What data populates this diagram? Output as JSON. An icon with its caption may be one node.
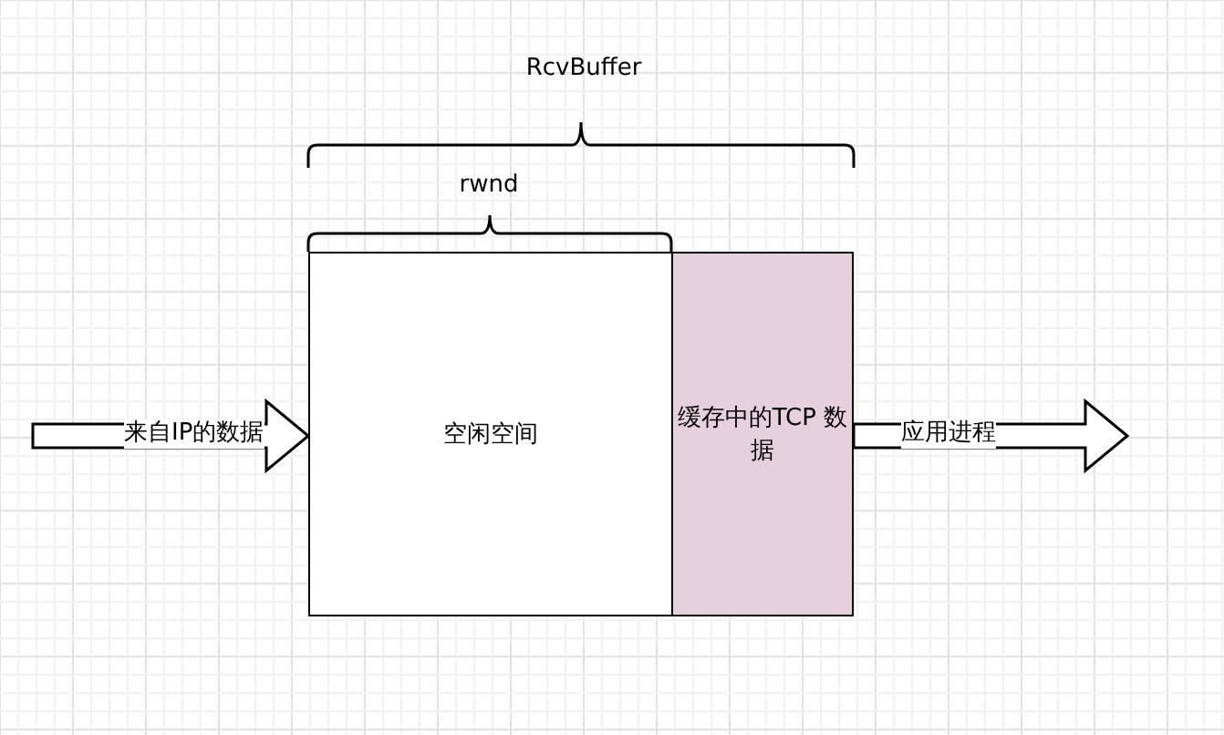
{
  "diagram": {
    "nodes": [
      {
        "text": [
          "空闲空间"
        ]
      },
      {
        "text": [
          "缓存中的TCP 数据"
        ]
      }
    ],
    "edges": [
      {
        "from": null,
        "to": 0,
        "arrow": "to",
        "label": "来自IP的数据"
      },
      {
        "from": 1,
        "to": null,
        "arrow": "to",
        "label": "应用进程"
      }
    ],
    "labels": [
      "RcvBuffer",
      "rwnd"
    ]
  }
}
